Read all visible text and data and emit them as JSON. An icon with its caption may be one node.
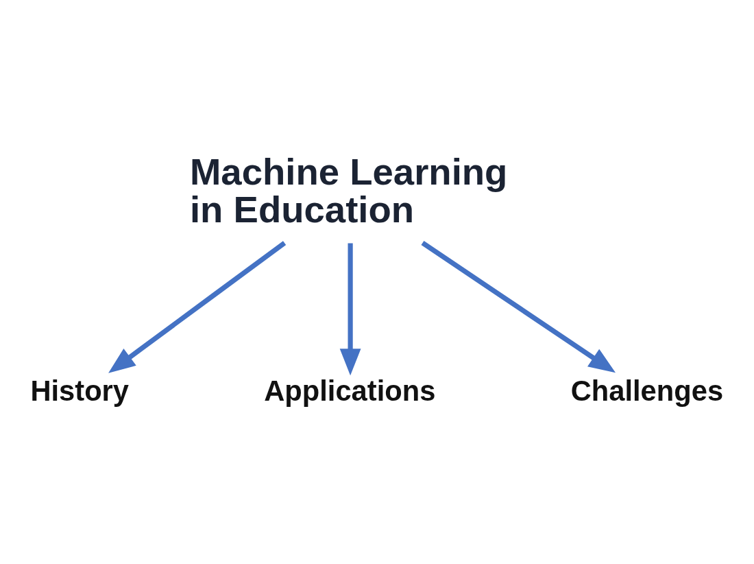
{
  "diagram": {
    "nodes": [
      {
        "text": [
          "Machine Learning in Education"
        ]
      },
      {
        "text": [
          "History"
        ]
      },
      {
        "text": [
          "Applications"
        ]
      },
      {
        "text": [
          "Challenges"
        ]
      }
    ],
    "edges": [
      {
        "from": 0,
        "to": 1,
        "arrow": "to"
      },
      {
        "from": 0,
        "to": 2,
        "arrow": "to"
      },
      {
        "from": 0,
        "to": 3,
        "arrow": "to"
      }
    ]
  }
}
